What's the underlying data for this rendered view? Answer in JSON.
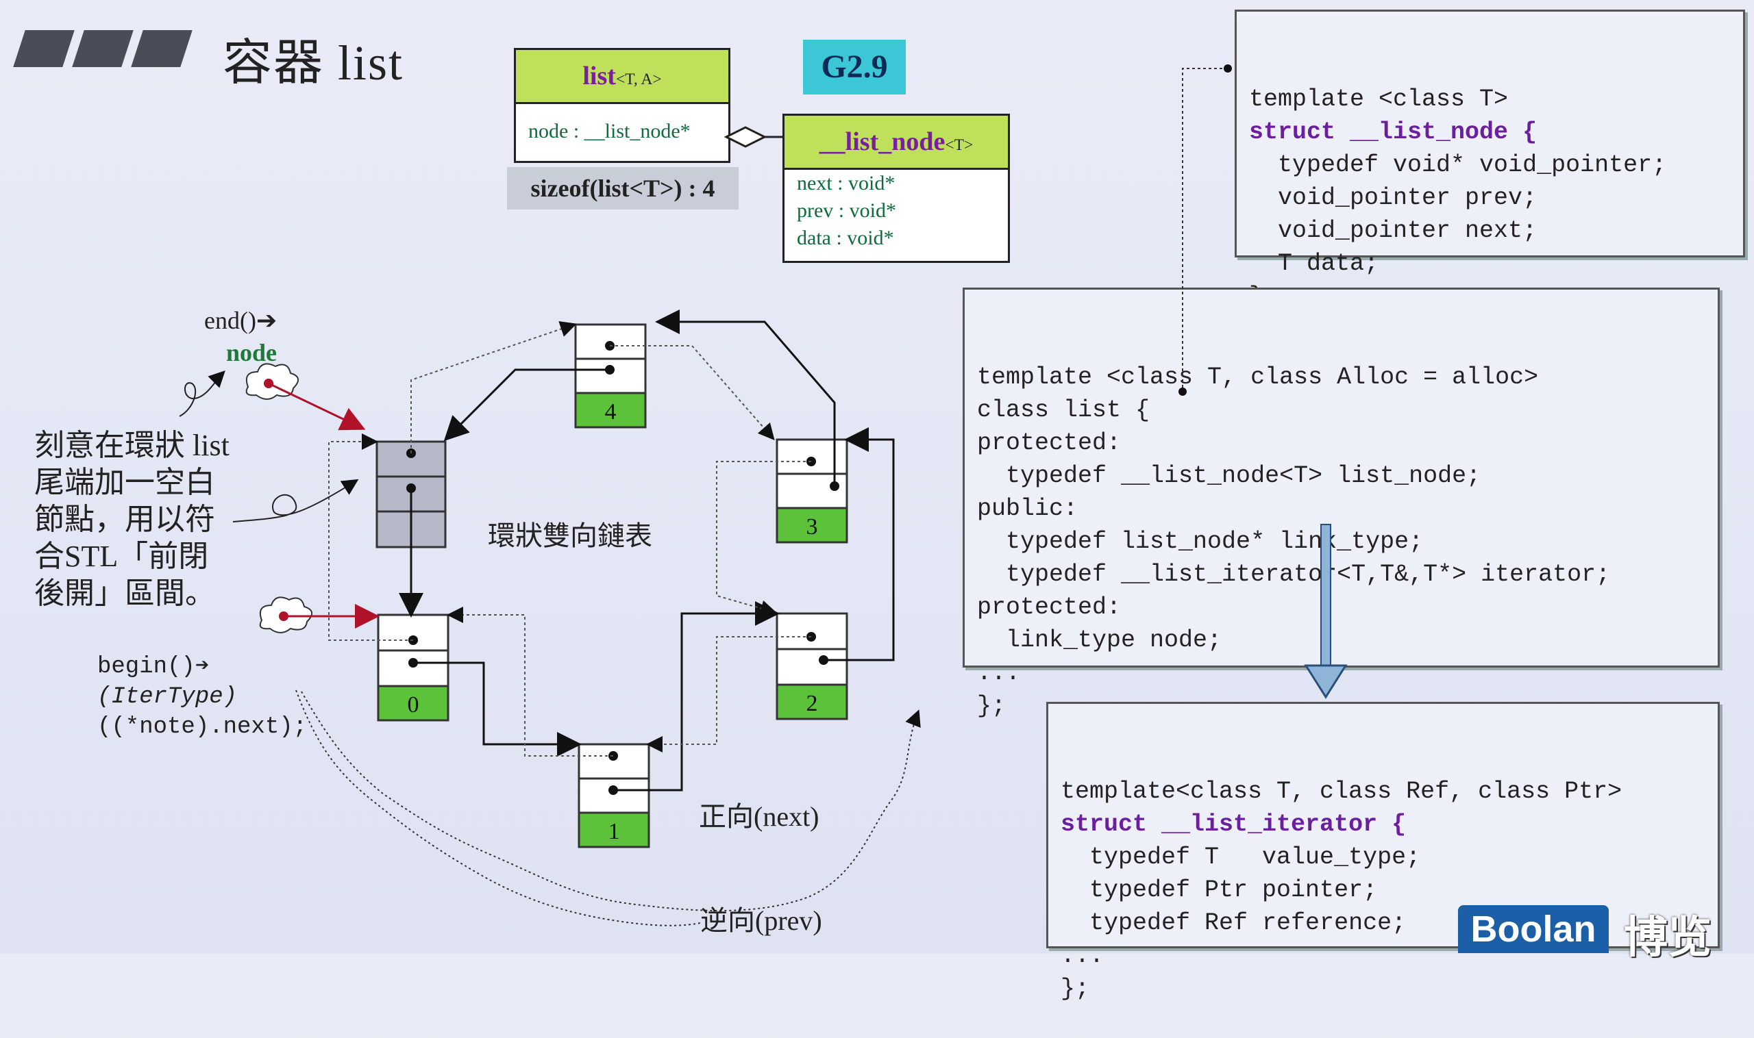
{
  "header": {
    "title": "容器 list",
    "version_badge": "G2.9"
  },
  "uml_list": {
    "name": "list",
    "tparams": "<T, A>",
    "field": "node : __list_node*"
  },
  "uml_node": {
    "name": "__list_node",
    "tparams": "<T>",
    "fields": [
      "next : void*",
      "prev : void*",
      "data : void*"
    ]
  },
  "sizeof_label": "sizeof(list<T>) : 4",
  "code_node": {
    "lines": [
      "template <class T>",
      "struct __list_node {",
      "  typedef void* void_pointer;",
      "  void_pointer prev;",
      "  void_pointer next;",
      "  T data;",
      "};"
    ]
  },
  "code_list": {
    "lines": [
      "template <class T, class Alloc = alloc>",
      "class list {",
      "protected:",
      "  typedef __list_node<T> list_node;",
      "public:",
      "  typedef list_node* link_type;",
      "  typedef __list_iterator<T,T&,T*> iterator;",
      "protected:",
      "  link_type node;",
      "...",
      "};"
    ]
  },
  "code_iter": {
    "lines": [
      "template<class T, class Ref, class Ptr>",
      "struct __list_iterator {",
      "  typedef T   value_type;",
      "  typedef Ptr pointer;",
      "  typedef Ref reference;",
      "...",
      "};"
    ]
  },
  "diagram": {
    "end_label": "end()➔",
    "node_label": "node",
    "center_label": "環狀雙向鏈表",
    "note_lines": [
      "刻意在環狀 list",
      "尾端加一空白",
      "節點，用以符",
      "合STL「前閉",
      "後開」區間。"
    ],
    "begin_lines": [
      "begin()➔",
      "(IterType)",
      "((*note).next);"
    ],
    "forward_label": "正向(next)",
    "backward_label": "逆向(prev)",
    "node_numbers": [
      "4",
      "3",
      "2",
      "1",
      "0"
    ],
    "colors": {
      "node_green": "#5cc23a",
      "uml_head": "#bfe05a",
      "badge": "#3cc7d6"
    }
  },
  "brand": {
    "boolan": "Boolan",
    "cn": "博览"
  }
}
